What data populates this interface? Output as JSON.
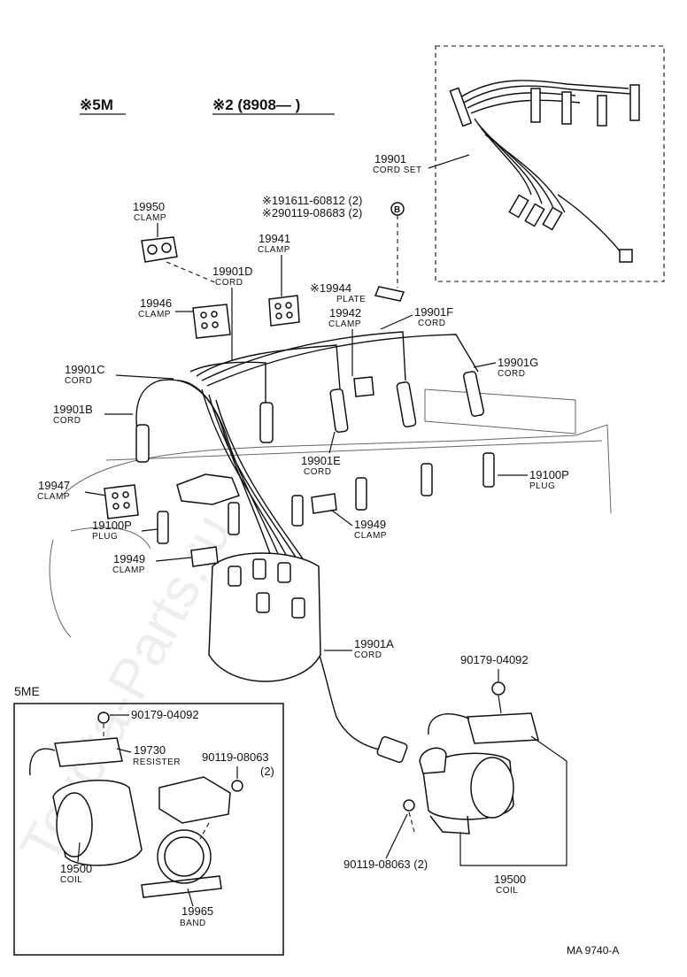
{
  "header": {
    "variant_5m": "※5M",
    "variant_2": "※2 (8908—         )"
  },
  "markers": {
    "note_b": "B",
    "note_line_1": "※191611-60812 (2)",
    "note_line_2": "※290119-08683 (2)"
  },
  "parts": {
    "p19901": {
      "number": "19901",
      "name": "CORD SET"
    },
    "p19950": {
      "number": "19950",
      "name": "CLAMP"
    },
    "p19941": {
      "number": "19941",
      "name": "CLAMP"
    },
    "p19901d": {
      "number": "19901D",
      "name": "CORD"
    },
    "p19944": {
      "number": "※19944",
      "name": "PLATE"
    },
    "p19946": {
      "number": "19946",
      "name": "CLAMP"
    },
    "p19942": {
      "number": "19942",
      "name": "CLAMP"
    },
    "p19901f": {
      "number": "19901F",
      "name": "CORD"
    },
    "p19901c": {
      "number": "19901C",
      "name": "CORD"
    },
    "p19901g": {
      "number": "19901G",
      "name": "CORD"
    },
    "p19901b": {
      "number": "19901B",
      "name": "CORD"
    },
    "p19901e": {
      "number": "19901E",
      "name": "CORD"
    },
    "p19947": {
      "number": "19947",
      "name": "CLAMP"
    },
    "p19100p_right": {
      "number": "19100P",
      "name": "PLUG"
    },
    "p19100p_left": {
      "number": "19100P",
      "name": "PLUG"
    },
    "p19949_right": {
      "number": "19949",
      "name": "CLAMP"
    },
    "p19949_left": {
      "number": "19949",
      "name": "CLAMP"
    },
    "p19901a": {
      "number": "19901A",
      "name": "CORD"
    },
    "p90179_right": {
      "number": "90179-04092"
    },
    "p90119_right": {
      "number": "90119-08063 (2)"
    },
    "p19500_right": {
      "number": "19500",
      "name": "COIL"
    }
  },
  "inset": {
    "title": "5ME",
    "p90179": {
      "number": "90179-04092"
    },
    "p19730": {
      "number": "19730",
      "name": "RESISTER"
    },
    "p90119": {
      "number": "90119-08063",
      "qty": "(2)"
    },
    "p19500": {
      "number": "19500",
      "name": "COIL"
    },
    "p19965": {
      "number": "19965",
      "name": "BAND"
    }
  },
  "footer": {
    "code": "MA  9740-A"
  },
  "watermark": "Toyota-Parts.ru",
  "colors": {
    "ink": "#111111",
    "paper": "#ffffff",
    "watermark": "#cfcfcf"
  }
}
